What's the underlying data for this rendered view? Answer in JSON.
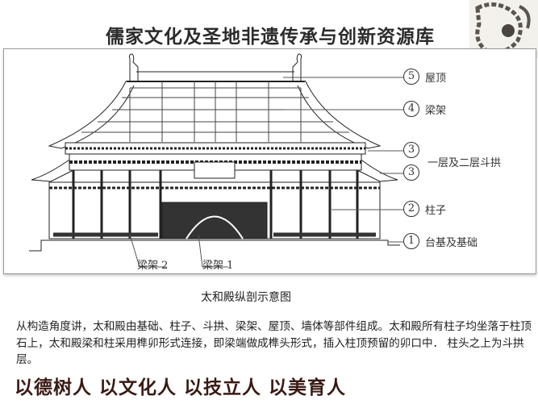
{
  "header": {
    "title": "儒家文化及圣地非遗传承与创新资源库"
  },
  "diagram": {
    "callouts": [
      {
        "number": "5",
        "label": "屋顶"
      },
      {
        "number": "4",
        "label": "梁架"
      },
      {
        "number": "3",
        "label": ""
      },
      {
        "number": "3",
        "label": ""
      },
      {
        "number": "2",
        "label": "柱子"
      },
      {
        "number": "1",
        "label": "台基及基础"
      }
    ],
    "bracket_label": "一层及二层斗拱",
    "bottom_labels": [
      "梁架 2",
      "梁架 1"
    ],
    "caption": "太和殿纵剖示意图"
  },
  "body": {
    "paragraph": "从构造角度讲，太和殿由基础、柱子、斗拱、梁架、屋顶、墙体等部件组成。太和殿所有柱子均坐落于柱顶石上，太和殿梁和柱采用榫卯形式连接，即梁端做成榫头形式，插入柱顶预留的卯口中．  柱头之上为斗拱层。"
  },
  "footer": {
    "slogan": "以德树人 以文化人 以技立人 以美育人"
  },
  "colors": {
    "slogan": "#3a1a14",
    "title": "#2b2b2b"
  }
}
